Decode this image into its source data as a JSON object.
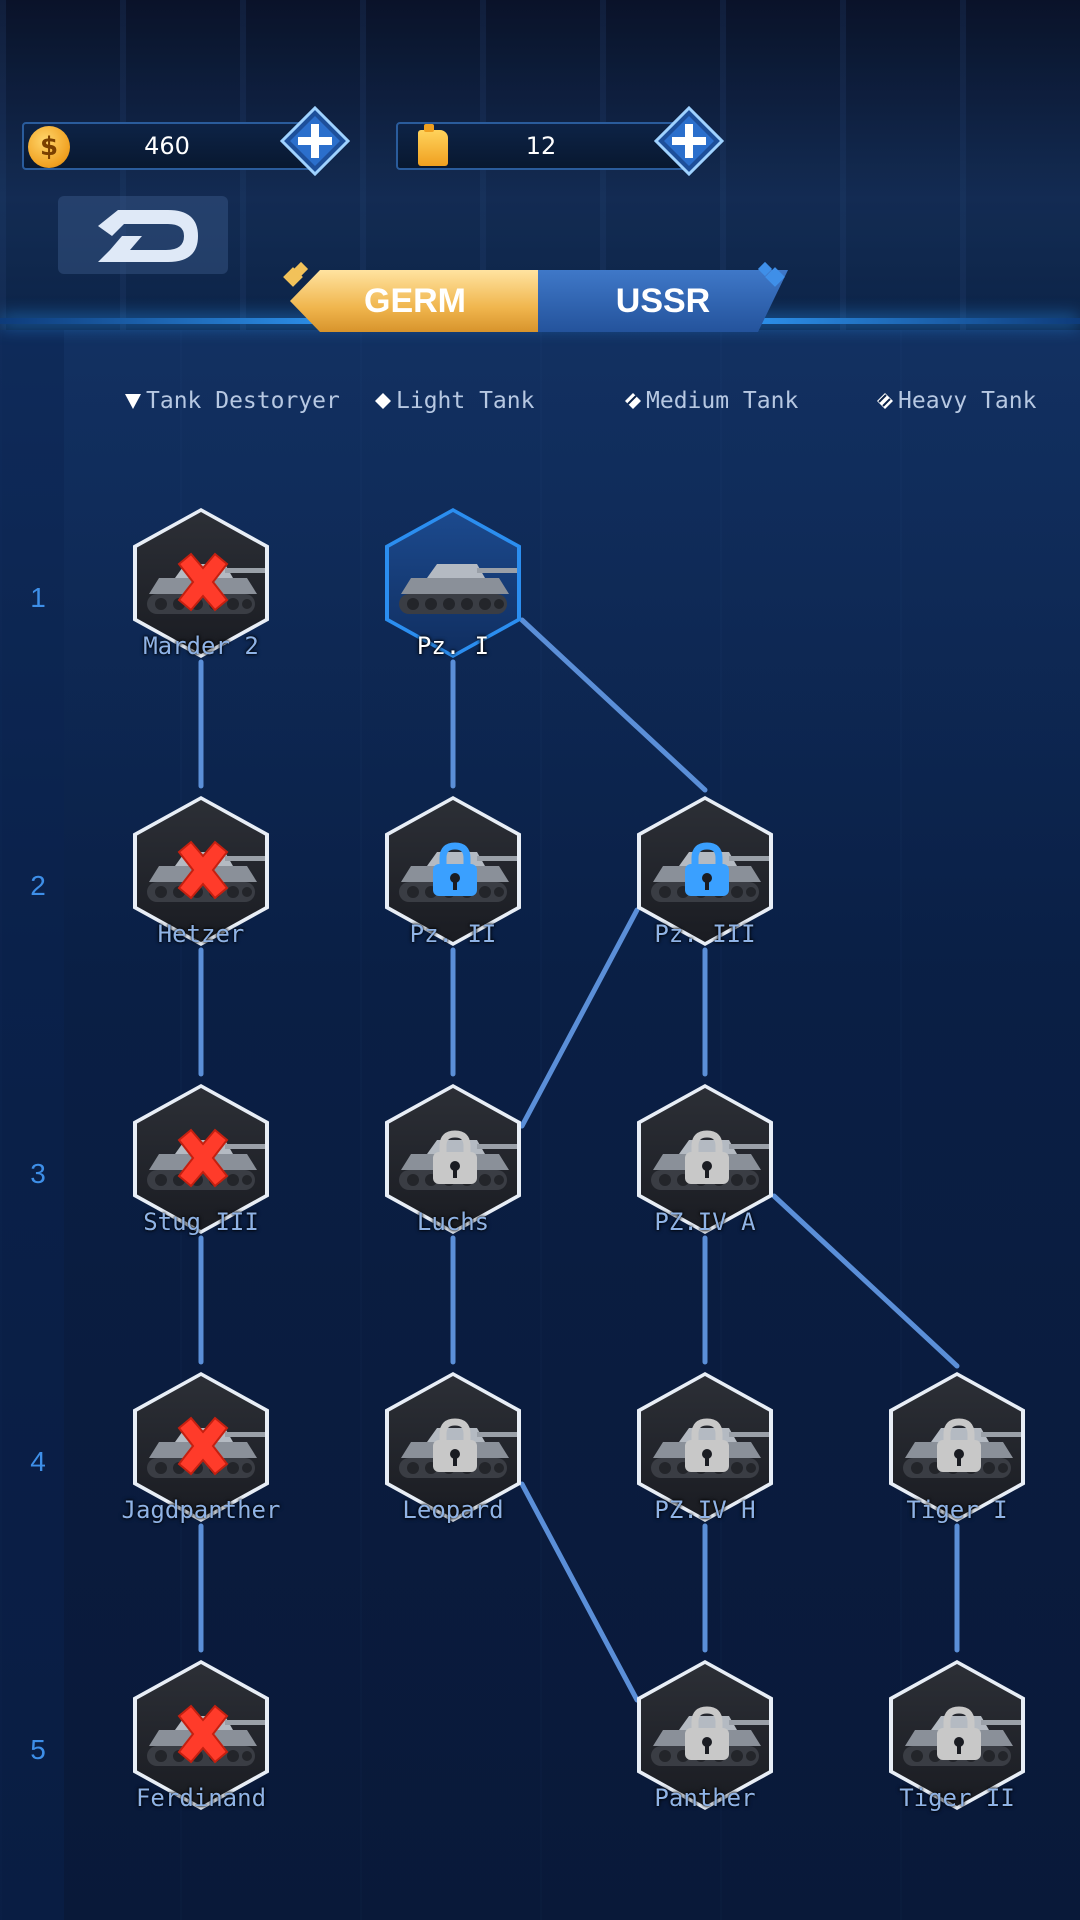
{
  "currency": {
    "gold": "460",
    "fuel": "12",
    "gold_icon": "dollar-coin-icon",
    "fuel_icon": "fuel-can-icon"
  },
  "nav": {
    "back_icon": "back-arrow-icon"
  },
  "tabs": [
    {
      "label": "GERM",
      "active": true
    },
    {
      "label": "USSR",
      "active": false
    }
  ],
  "legend": [
    {
      "label": "Tank Destoryer",
      "icon": "triangle-icon"
    },
    {
      "label": "Light Tank",
      "icon": "diamond-icon"
    },
    {
      "label": "Medium Tank",
      "icon": "double-diamond-icon"
    },
    {
      "label": "Heavy Tank",
      "icon": "triple-diamond-icon"
    }
  ],
  "tiers": [
    "1",
    "2",
    "3",
    "4",
    "5"
  ],
  "tanks": [
    {
      "id": "marder2",
      "name": "Marder 2",
      "status": "unavailable"
    },
    {
      "id": "pz1",
      "name": "Pz. I",
      "status": "owned"
    },
    {
      "id": "hetzer",
      "name": "Hetzer",
      "status": "unavailable"
    },
    {
      "id": "pz2",
      "name": "Pz. II",
      "status": "unlockable"
    },
    {
      "id": "pz3",
      "name": "Pz. III",
      "status": "unlockable"
    },
    {
      "id": "stug3",
      "name": "Stug III",
      "status": "unavailable"
    },
    {
      "id": "luchs",
      "name": "Luchs",
      "status": "locked"
    },
    {
      "id": "pz4a",
      "name": "PZ.IV A",
      "status": "locked"
    },
    {
      "id": "jagdpanther",
      "name": "Jagdpanther",
      "status": "unavailable"
    },
    {
      "id": "leopard",
      "name": "Leopard",
      "status": "locked"
    },
    {
      "id": "pz4h",
      "name": "PZ.IV H",
      "status": "locked"
    },
    {
      "id": "tiger1",
      "name": "Tiger I",
      "status": "locked"
    },
    {
      "id": "ferdinand",
      "name": "Ferdinand",
      "status": "unavailable"
    },
    {
      "id": "panther",
      "name": "Panther",
      "status": "locked"
    },
    {
      "id": "tiger2",
      "name": "Tiger II",
      "status": "locked"
    }
  ],
  "colors": {
    "accent": "#2b8ef0",
    "gold_tab": "#f0b64e",
    "ussr_tab": "#24539c",
    "unlock_blue": "#3aa0ff",
    "lock_grey": "#c8c8c8",
    "unavailable_red": "#ff3b2a"
  }
}
